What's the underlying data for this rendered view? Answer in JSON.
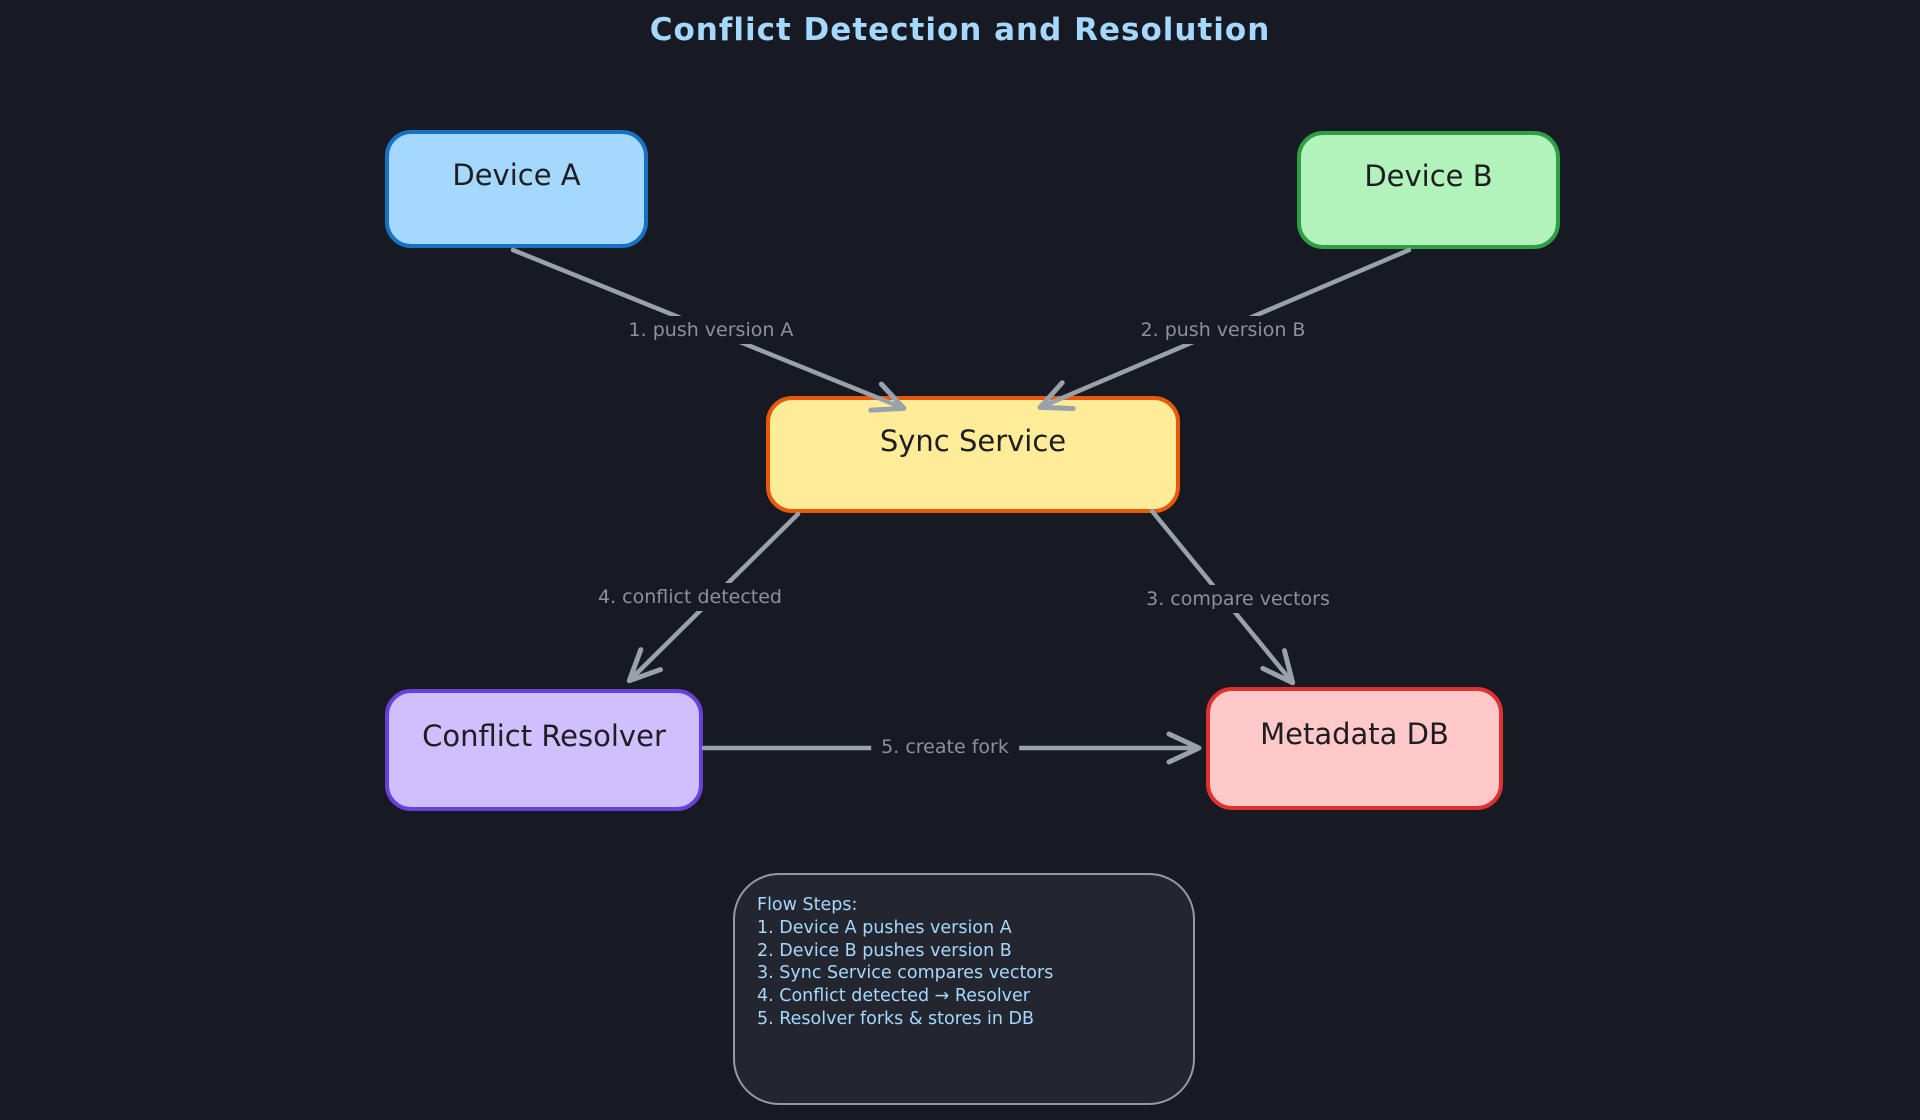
{
  "title": "Conflict Detection and Resolution",
  "colors": {
    "background": "#171a23",
    "title_text": "#a5d8ff",
    "arrow": "#99a1ab",
    "edge_label_text": "#8b929c",
    "node_text": "#1d1d22",
    "note_fill": "#23262f",
    "note_border": "#939aa3",
    "note_text": "#a5d8ff"
  },
  "nodes": {
    "device_a": {
      "label": "Device A",
      "fill": "#a5d8ff",
      "border": "#1971c2"
    },
    "device_b": {
      "label": "Device B",
      "fill": "#b2f2bb",
      "border": "#2f9e44"
    },
    "sync_service": {
      "label": "Sync Service",
      "fill": "#ffec99",
      "border": "#e8590c"
    },
    "conflict_resolver": {
      "label": "Conflict Resolver",
      "fill": "#d0bfff",
      "border": "#6741d9"
    },
    "metadata_db": {
      "label": "Metadata DB",
      "fill": "#ffc9c9",
      "border": "#e03131"
    }
  },
  "edges": {
    "push_version_a": {
      "label": "1. push version A",
      "from": "device_a",
      "to": "sync_service"
    },
    "push_version_b": {
      "label": "2. push version B",
      "from": "device_b",
      "to": "sync_service"
    },
    "compare_vectors": {
      "label": "3. compare vectors",
      "from": "sync_service",
      "to": "metadata_db"
    },
    "conflict_detected": {
      "label": "4. conflict detected",
      "from": "sync_service",
      "to": "conflict_resolver"
    },
    "create_fork": {
      "label": "5. create fork",
      "from": "conflict_resolver",
      "to": "metadata_db"
    }
  },
  "note": {
    "lines": [
      "Flow Steps:",
      "1. Device A pushes version A",
      "2. Device B pushes version B",
      "3. Sync Service compares vectors",
      "4. Conflict detected → Resolver",
      "5. Resolver forks & stores in DB"
    ]
  }
}
